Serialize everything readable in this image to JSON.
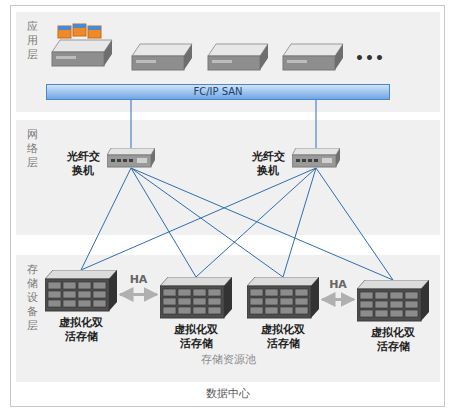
{
  "diagram": {
    "nodes": [
      {
        "text": [
          "数据中心"
        ]
      },
      {
        "text": [
          "应用层"
        ],
        "in": 0
      },
      {
        "text": [
          "FC/IP SAN"
        ],
        "in": 1
      },
      {
        "text": [
          "网络层"
        ],
        "in": 0
      },
      {
        "text": [
          "光纤交换机"
        ],
        "in": 3
      },
      {
        "text": [
          "光纤交换机"
        ],
        "in": 3
      },
      {
        "text": [
          "存储设备层",
          "存储资源池"
        ],
        "in": 0
      },
      {
        "text": [
          "虚拟化双活存储"
        ],
        "in": 6
      },
      {
        "text": [
          "虚拟化双活存储"
        ],
        "in": 6
      },
      {
        "text": [
          "虚拟化双活存储"
        ],
        "in": 6
      },
      {
        "text": [
          "虚拟化双活存储"
        ],
        "in": 6
      }
    ],
    "edges": [
      {
        "from": 2,
        "to": 4,
        "arrow": "none"
      },
      {
        "from": 2,
        "to": 5,
        "arrow": "none"
      },
      {
        "from": 4,
        "to": 7,
        "arrow": "none"
      },
      {
        "from": 4,
        "to": 8,
        "arrow": "none"
      },
      {
        "from": 4,
        "to": 9,
        "arrow": "none"
      },
      {
        "from": 4,
        "to": 10,
        "arrow": "none"
      },
      {
        "from": 5,
        "to": 7,
        "arrow": "none"
      },
      {
        "from": 5,
        "to": 8,
        "arrow": "none"
      },
      {
        "from": 5,
        "to": 9,
        "arrow": "none"
      },
      {
        "from": 5,
        "to": 10,
        "arrow": "none"
      },
      {
        "from": 7,
        "to": 8,
        "label": "HA",
        "arrow": "both"
      },
      {
        "from": 9,
        "to": 10,
        "label": "HA",
        "arrow": "both"
      }
    ],
    "labels": [
      "•••"
    ]
  }
}
